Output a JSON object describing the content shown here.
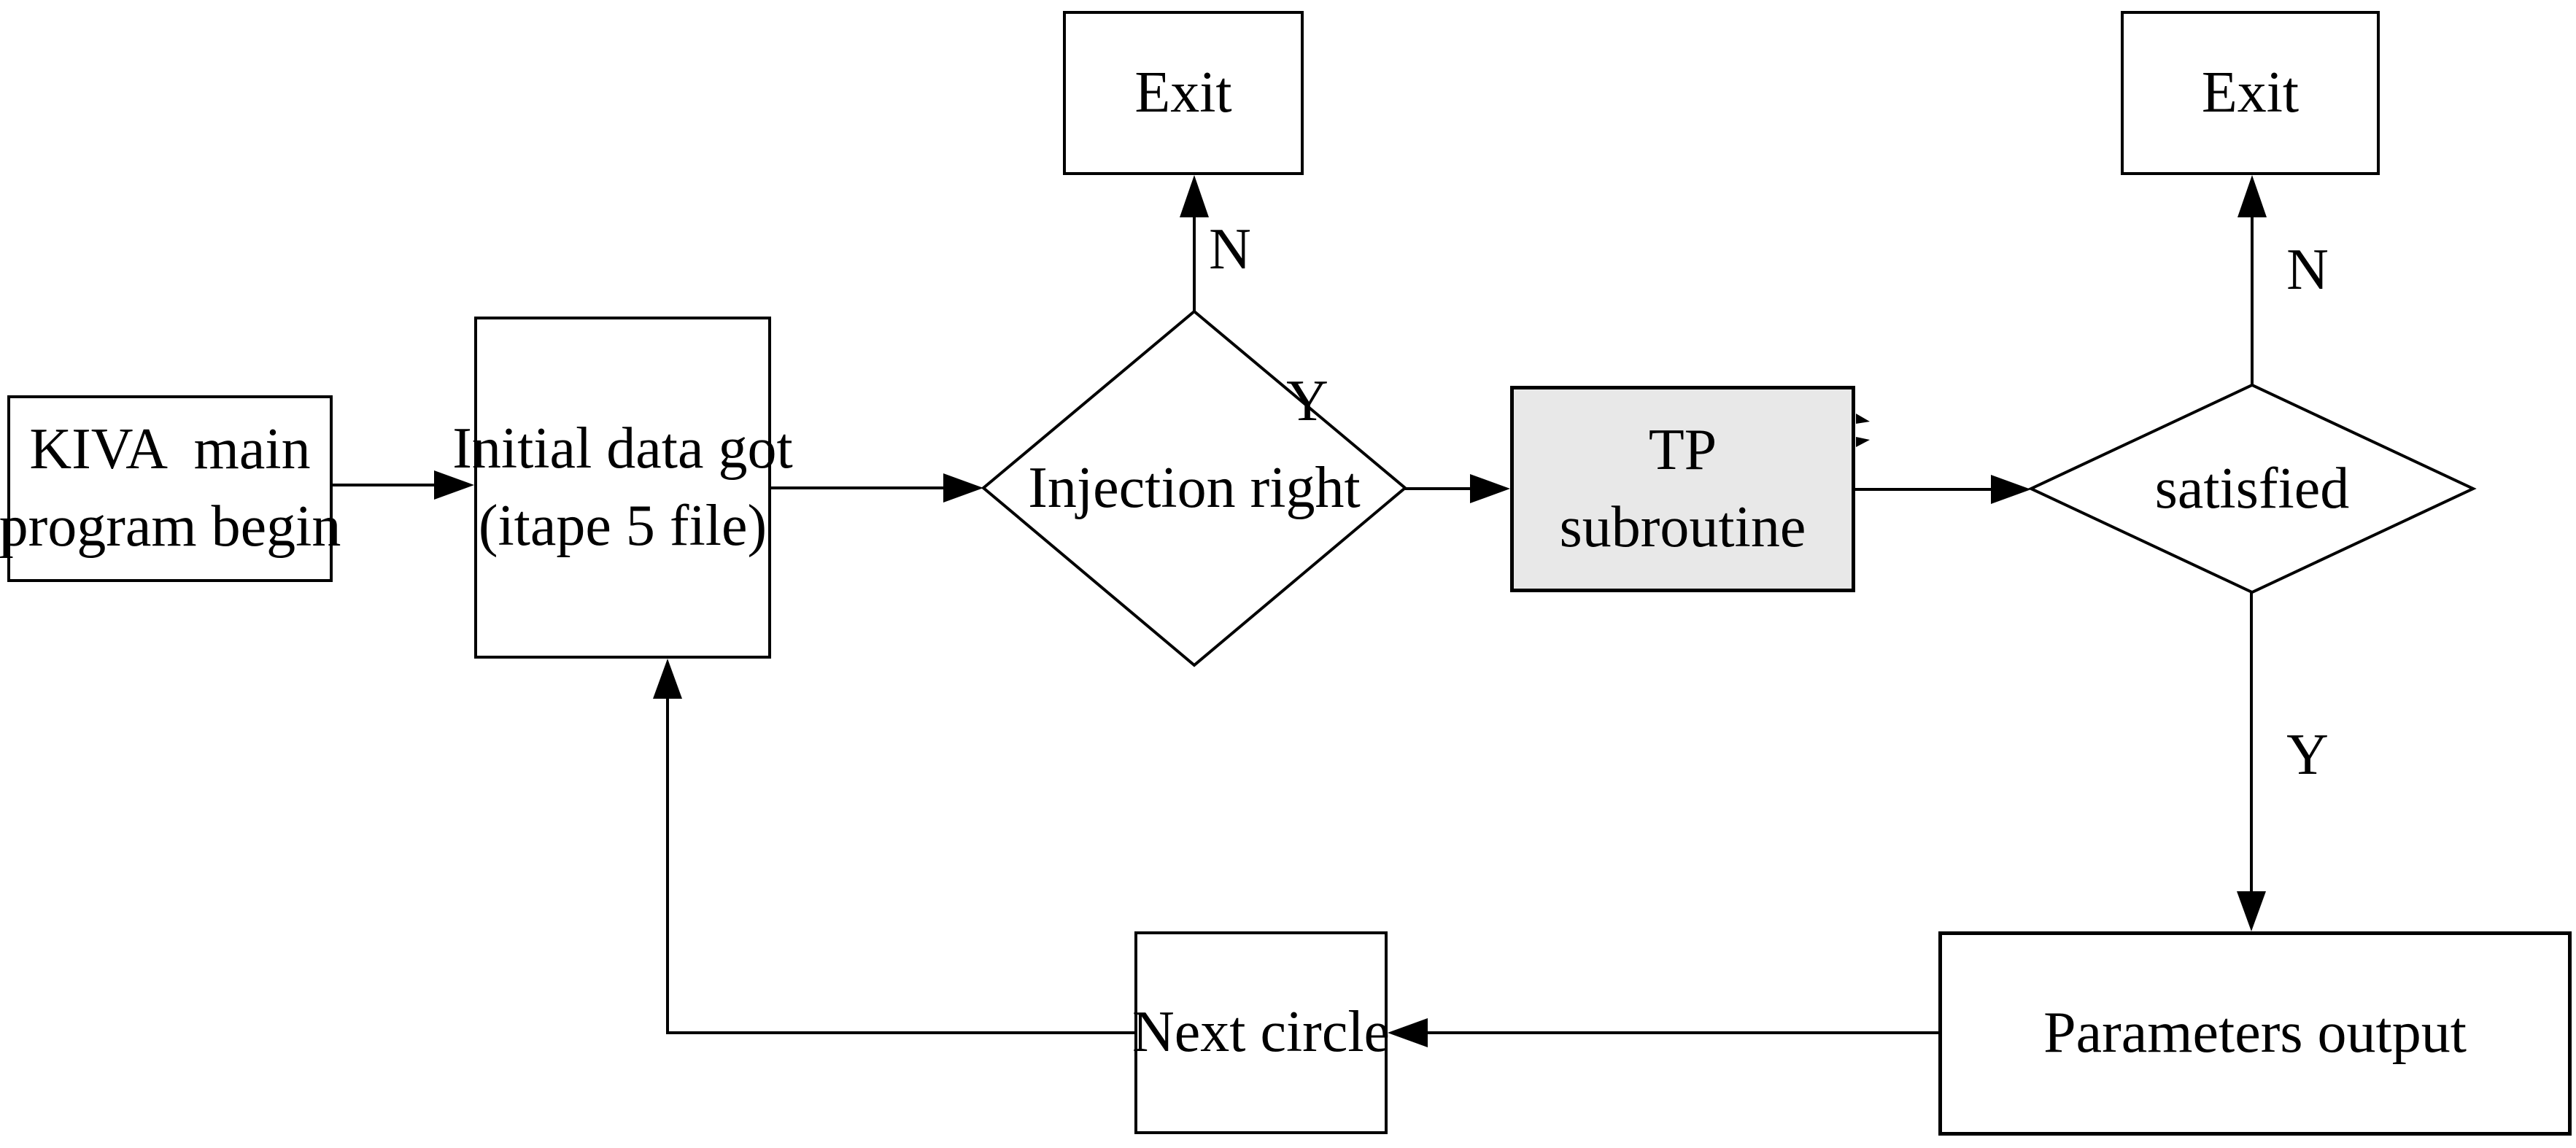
{
  "canvas": {
    "background_color": "#ffffff",
    "stroke_color": "#000000",
    "tp_box_fill_color": "#e8e8e8"
  },
  "nodes": {
    "kiva": {
      "line1": "KIVA  main",
      "line2": "program begin"
    },
    "initial": {
      "line1": "Initial data got",
      "line2": "(itape 5 file)"
    },
    "injection": {
      "label": "Injection right"
    },
    "exit_left": {
      "label": "Exit"
    },
    "tp": {
      "line1": "TP",
      "line2": "subroutine"
    },
    "satisfied": {
      "label": "satisfied"
    },
    "exit_right": {
      "label": "Exit"
    },
    "params": {
      "label": "Parameters output"
    },
    "next_circle": {
      "label": "Next circle"
    }
  },
  "edge_labels": {
    "injection_no": "N",
    "injection_yes": "Y",
    "satisfied_no": "N",
    "satisfied_yes": "Y"
  }
}
